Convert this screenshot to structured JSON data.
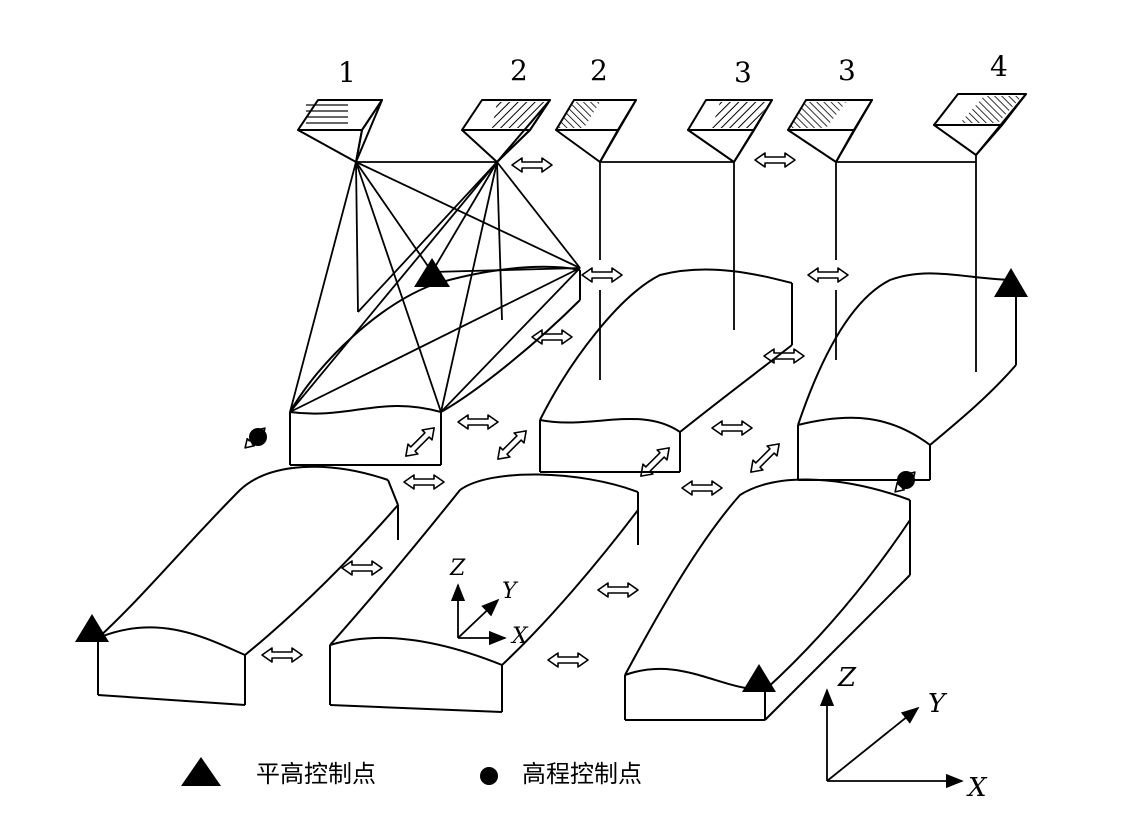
{
  "image_labels": [
    "1",
    "2",
    "2",
    "3",
    "3",
    "4"
  ],
  "axes_small": {
    "z": "Z",
    "y": "Y",
    "x": "X"
  },
  "axes_large": {
    "z": "Z",
    "y": "Y",
    "x": "X"
  },
  "legend": {
    "triangle_label": "平高控制点",
    "dot_label": "高程控制点"
  },
  "colors": {
    "line": "#000000",
    "background": "#ffffff"
  }
}
